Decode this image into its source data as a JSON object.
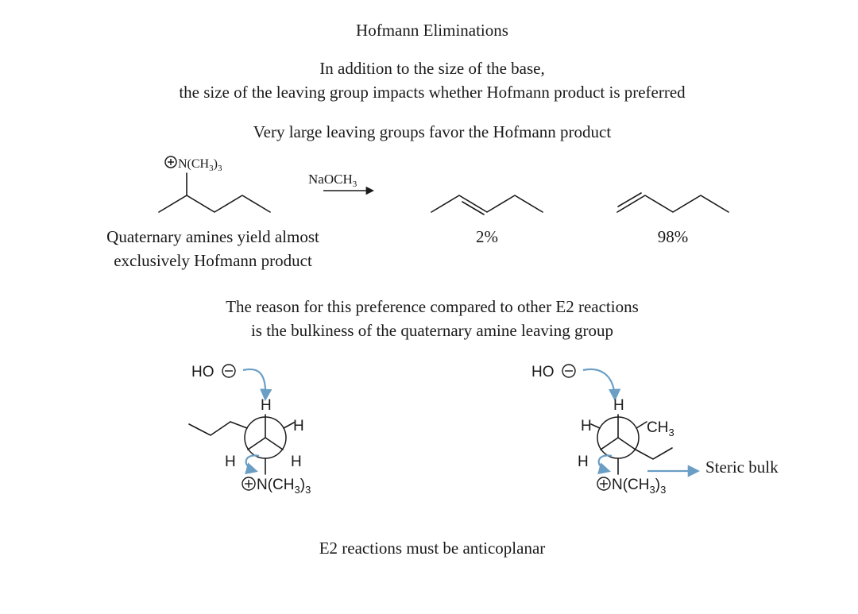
{
  "title": "Hofmann Eliminations",
  "intro": {
    "line1": "In addition to the size of the base,",
    "line2": "the size of the leaving group impacts whether Hofmann product is preferred"
  },
  "claim": "Very large leaving groups favor the Hofmann product",
  "reaction": {
    "substituent_label": "N(CH",
    "substituent_sub": "3",
    "substituent_tail": ")",
    "substituent_sub2": "3",
    "reagent": "NaOCH",
    "reagent_sub": "3",
    "caption_line1": "Quaternary amines yield almost",
    "caption_line2": "exclusively Hofmann product",
    "product_internal_percent": "2%",
    "product_terminal_percent": "98%"
  },
  "reason": {
    "line1": "The reason for this preference compared to other E2 reactions",
    "line2": "is the bulkiness of the quaternary amine leaving group"
  },
  "newman_left": {
    "base": "HO",
    "front_top": "H",
    "back_right": "H",
    "front_left": "H",
    "front_right": "H",
    "leaving_group": "N(CH",
    "lg_sub": "3",
    "lg_tail": ")",
    "lg_sub2": "3"
  },
  "newman_right": {
    "base": "HO",
    "front_top": "H",
    "back_left": "H",
    "back_right": "CH",
    "back_right_sub": "3",
    "front_left": "H",
    "leaving_group": "N(CH",
    "lg_sub": "3",
    "lg_tail": ")",
    "lg_sub2": "3",
    "annotation": "Steric bulk"
  },
  "footer": "E2 reactions must be anticoplanar",
  "colors": {
    "curved_arrow": "#6a9ec5",
    "text": "#1a1a1a"
  }
}
